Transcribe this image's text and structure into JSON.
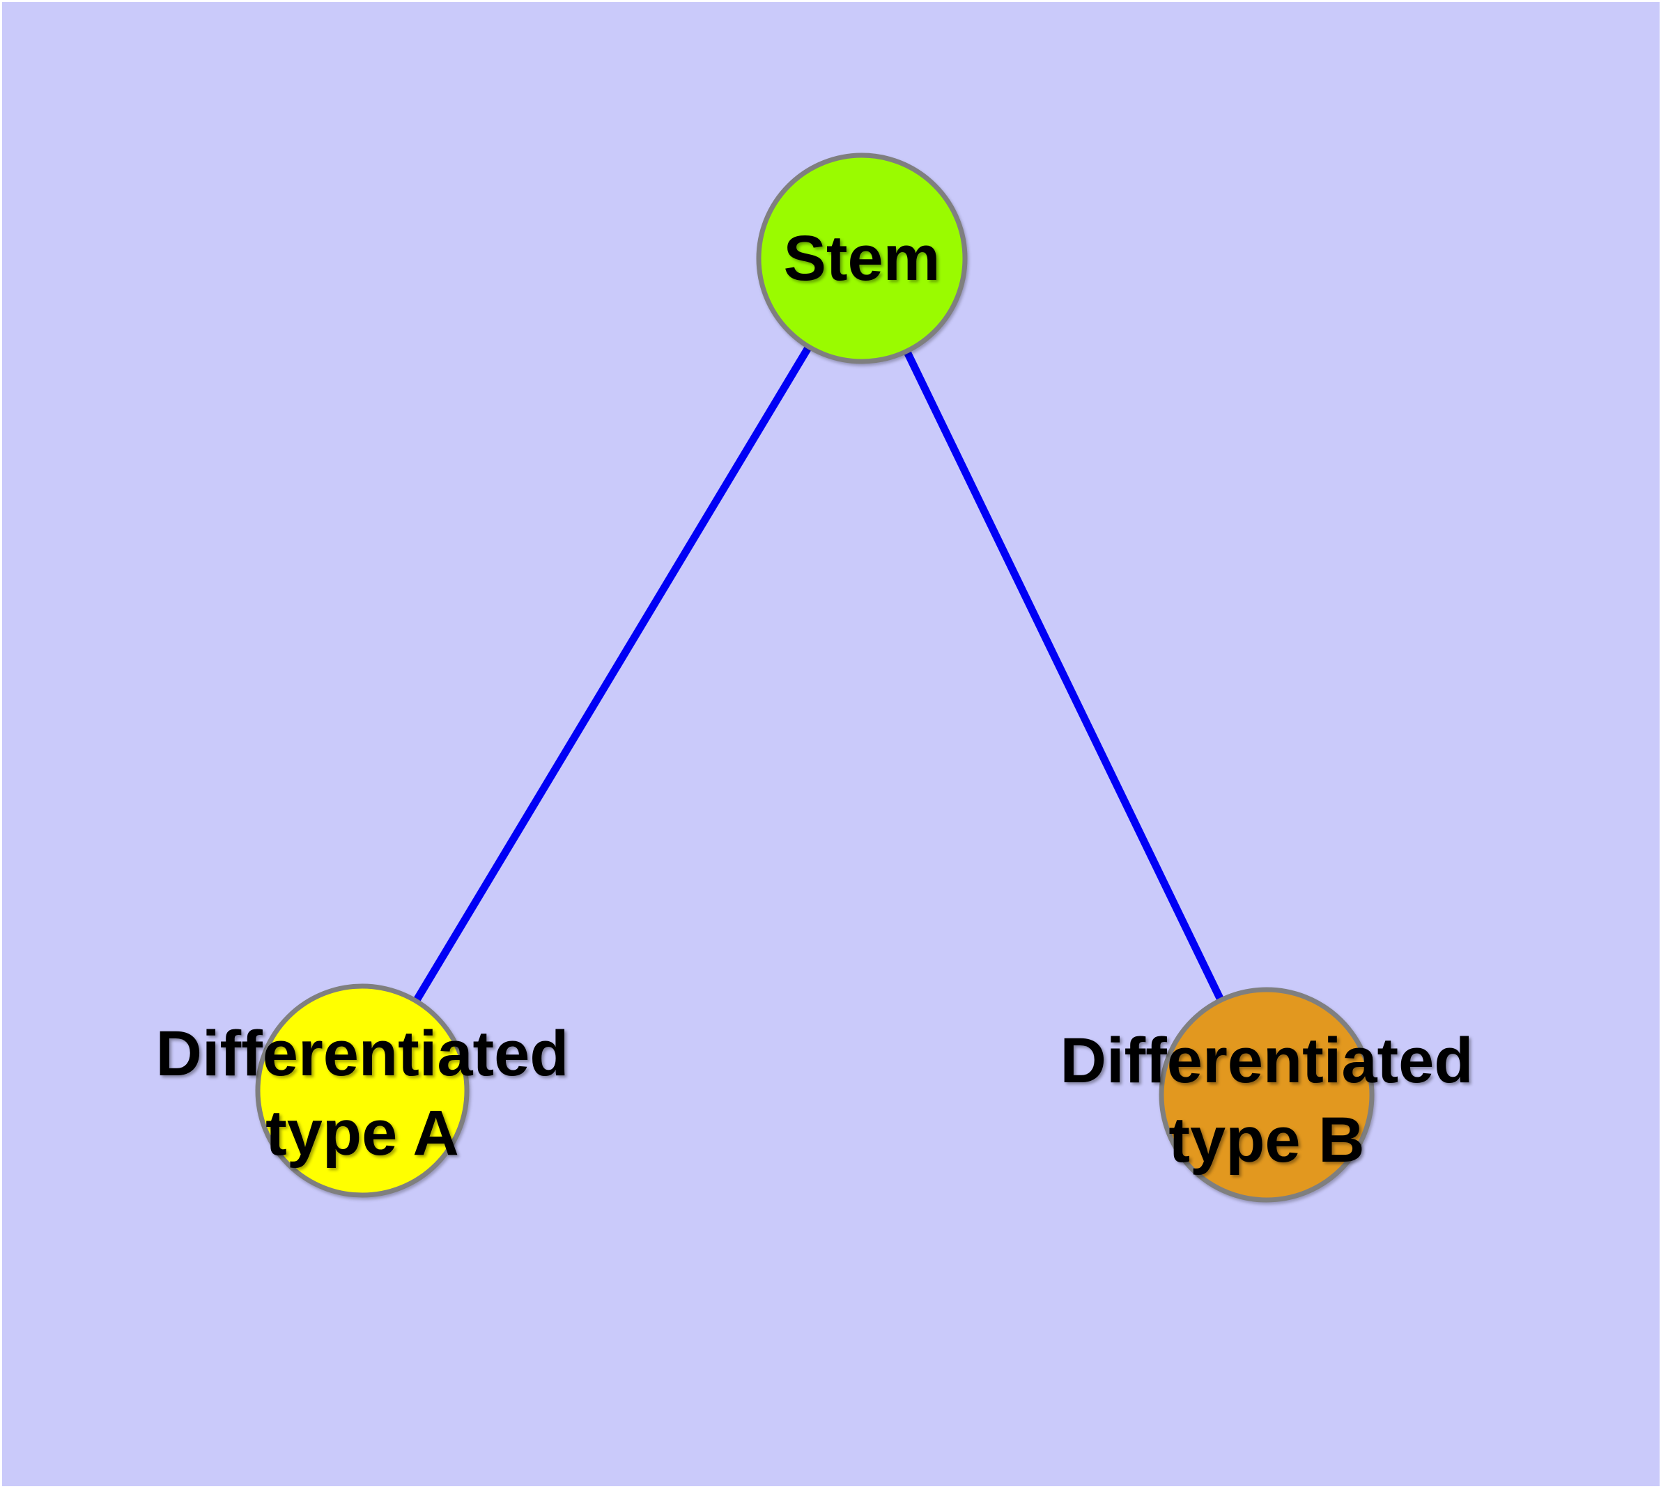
{
  "diagram_title": "",
  "graph": {
    "type": "node-link-diagram",
    "edges": [
      {
        "from": "Stem",
        "to": "Differentiated type A"
      },
      {
        "from": "Stem",
        "to": "Differentiated type B"
      }
    ]
  },
  "nodes": {
    "stem": {
      "label": "Stem",
      "fill": "#9AFB00"
    },
    "diff_a": {
      "line1": "Differentiated",
      "line2": "type A",
      "fill": "#FFFF00"
    },
    "diff_b": {
      "line1": "Differentiated",
      "line2": "type B",
      "fill": "#E2981F"
    }
  },
  "colors": {
    "background": "#CACAFA",
    "frame": "#FFFFFF",
    "edge": "#0000F5",
    "node_border": "#7F7F7F",
    "label_text": "#000000"
  }
}
